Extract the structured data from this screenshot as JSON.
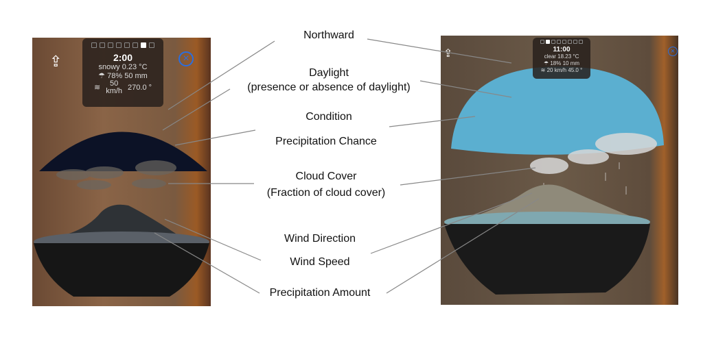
{
  "left_view": {
    "time": "2:00",
    "condition": "snowy",
    "temperature": "0.23 °C",
    "precip_chance": "78%",
    "precip_amount": "50 mm",
    "wind_speed_value": "50",
    "wind_speed_unit": "km/h",
    "wind_direction": "270.0 °",
    "active_hour_index": 6
  },
  "right_view": {
    "time": "11:00",
    "condition": "clear",
    "temperature": "18.23 °C",
    "precip_chance": "18%",
    "precip_amount": "10 mm",
    "wind_speed": "20 km/h",
    "wind_direction": "45.0 °",
    "active_hour_index": 1
  },
  "labels": {
    "northward": "Northward",
    "daylight": "Daylight",
    "daylight_sub": "(presence or absence of daylight)",
    "condition": "Condition",
    "precip_chance": "Precipitation Chance",
    "cloud_cover": "Cloud Cover",
    "cloud_cover_sub": "(Fraction of cloud cover)",
    "wind_direction": "Wind Direction",
    "wind_speed": "Wind Speed",
    "precip_amount": "Precipitation Amount"
  },
  "colors": {
    "daylight_sky": "#5bafd0",
    "night_sky": "#0c1226",
    "close_icon": "#2a6ee0"
  }
}
